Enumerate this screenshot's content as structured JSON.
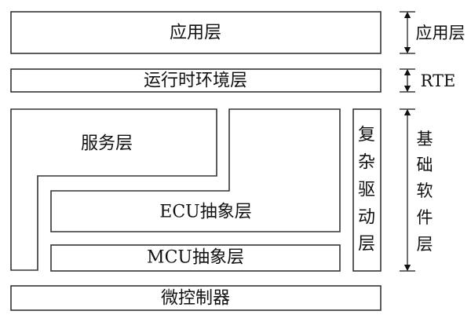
{
  "layers": {
    "application": "应用层",
    "rte": "运行时环境层",
    "services": "服务层",
    "ecu_abstraction": "ECU抽象层",
    "mcu_abstraction": "MCU抽象层",
    "complex_drivers": [
      "复",
      "杂",
      "驱",
      "动",
      "层"
    ],
    "microcontroller": "微控制器"
  },
  "side_labels": {
    "application": "应用层",
    "rte": "RTE",
    "basic_software": [
      "基",
      "础",
      "软",
      "件",
      "层"
    ]
  },
  "colors": {
    "stroke": "#333333",
    "text": "#111111",
    "background": "#ffffff"
  }
}
